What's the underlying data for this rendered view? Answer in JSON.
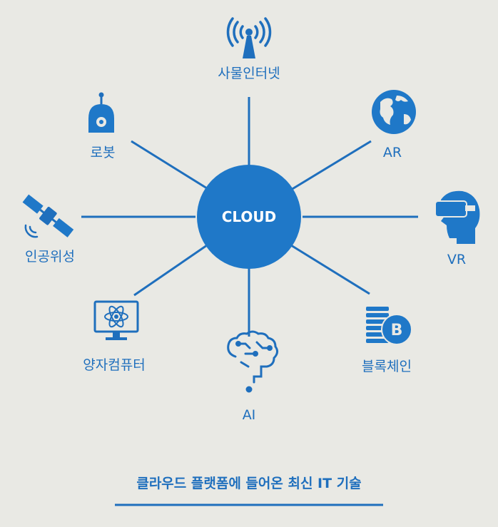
{
  "center": {
    "label": "CLOUD",
    "color": "#1f78c8"
  },
  "accent": "#1f6fbd",
  "nodes": [
    {
      "id": "iot",
      "label": "사물인터넷",
      "icon": "antenna-icon"
    },
    {
      "id": "ar",
      "label": "AR",
      "icon": "globe-icon"
    },
    {
      "id": "vr",
      "label": "VR",
      "icon": "vr-headset-icon"
    },
    {
      "id": "blockchain",
      "label": "블록체인",
      "icon": "bitcoin-coins-icon"
    },
    {
      "id": "ai",
      "label": "AI",
      "icon": "brain-circuit-icon"
    },
    {
      "id": "quantum",
      "label": "양자컴퓨터",
      "icon": "atom-monitor-icon"
    },
    {
      "id": "satellite",
      "label": "인공위성",
      "icon": "satellite-icon"
    },
    {
      "id": "robot",
      "label": "로봇",
      "icon": "robot-icon"
    }
  ],
  "caption": "클라우드 플랫폼에 들어온 최신 IT 기술"
}
